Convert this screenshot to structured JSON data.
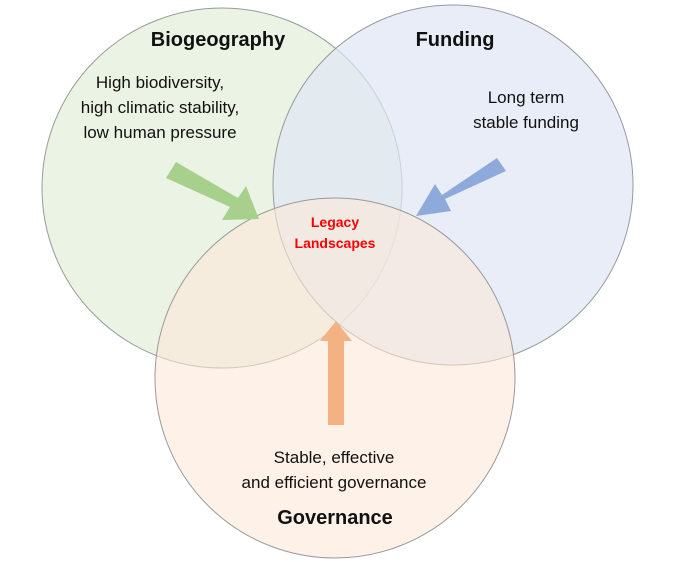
{
  "colors": {
    "biogeography_fill": "#e8f1df",
    "funding_fill": "#dfe6f5",
    "governance_fill": "#fbe7d9",
    "circle_stroke": "#9a9a9a",
    "green_arrow": "#a8d08d",
    "blue_arrow": "#8eaadb",
    "orange_arrow": "#f4b183",
    "center_text": "#ff0000"
  },
  "biogeography": {
    "title": "Biogeography",
    "lines": [
      "High biodiversity,",
      "high climatic stability,",
      "low human pressure"
    ]
  },
  "funding": {
    "title": "Funding",
    "lines": [
      "Long term",
      "stable funding"
    ]
  },
  "governance": {
    "title": "Governance",
    "lines": [
      "Stable, effective",
      "and efficient governance"
    ]
  },
  "center": {
    "lines": [
      "Legacy",
      "Landscapes"
    ]
  }
}
